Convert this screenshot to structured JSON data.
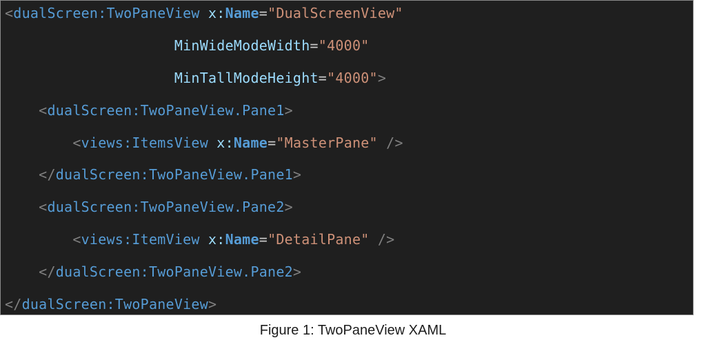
{
  "figure": {
    "caption": "Figure 1: TwoPaneView XAML"
  },
  "code_block": {
    "language": "XAML",
    "colors": {
      "background": "#1f1f1f",
      "border": "#8a8a8a",
      "tag": "#569cd6",
      "attribute": "#9cdcfe",
      "string": "#ce9178",
      "punctuation": "#808080",
      "equals": "#c8c8c8"
    },
    "lines": [
      {
        "tokens": [
          {
            "t": "p",
            "v": "<"
          },
          {
            "t": "t",
            "v": "dualScreen:TwoPaneView"
          },
          {
            "t": "pl",
            "v": " "
          },
          {
            "t": "a",
            "v": "x:"
          },
          {
            "t": "n",
            "v": "Name"
          },
          {
            "t": "e",
            "v": "="
          },
          {
            "t": "s",
            "v": "\"DualScreenView\""
          }
        ]
      },
      {
        "tokens": [
          {
            "t": "pl",
            "v": "                    "
          },
          {
            "t": "a",
            "v": "MinWideModeWidth"
          },
          {
            "t": "e",
            "v": "="
          },
          {
            "t": "s",
            "v": "\"4000\""
          }
        ]
      },
      {
        "tokens": [
          {
            "t": "pl",
            "v": "                    "
          },
          {
            "t": "a",
            "v": "MinTallModeHeight"
          },
          {
            "t": "e",
            "v": "="
          },
          {
            "t": "s",
            "v": "\"4000\""
          },
          {
            "t": "p",
            "v": ">"
          }
        ]
      },
      {
        "tokens": [
          {
            "t": "pl",
            "v": "    "
          },
          {
            "t": "p",
            "v": "<"
          },
          {
            "t": "t",
            "v": "dualScreen:TwoPaneView.Pane1"
          },
          {
            "t": "p",
            "v": ">"
          }
        ]
      },
      {
        "tokens": [
          {
            "t": "pl",
            "v": "        "
          },
          {
            "t": "p",
            "v": "<"
          },
          {
            "t": "t",
            "v": "views:ItemsView"
          },
          {
            "t": "pl",
            "v": " "
          },
          {
            "t": "a",
            "v": "x:"
          },
          {
            "t": "n",
            "v": "Name"
          },
          {
            "t": "e",
            "v": "="
          },
          {
            "t": "s",
            "v": "\"MasterPane\""
          },
          {
            "t": "pl",
            "v": " "
          },
          {
            "t": "p",
            "v": "/>"
          }
        ]
      },
      {
        "tokens": [
          {
            "t": "pl",
            "v": "    "
          },
          {
            "t": "p",
            "v": "</"
          },
          {
            "t": "t",
            "v": "dualScreen:TwoPaneView.Pane1"
          },
          {
            "t": "p",
            "v": ">"
          }
        ]
      },
      {
        "tokens": [
          {
            "t": "pl",
            "v": "    "
          },
          {
            "t": "p",
            "v": "<"
          },
          {
            "t": "t",
            "v": "dualScreen:TwoPaneView.Pane2"
          },
          {
            "t": "p",
            "v": ">"
          }
        ]
      },
      {
        "tokens": [
          {
            "t": "pl",
            "v": "        "
          },
          {
            "t": "p",
            "v": "<"
          },
          {
            "t": "t",
            "v": "views:ItemView"
          },
          {
            "t": "pl",
            "v": " "
          },
          {
            "t": "a",
            "v": "x:"
          },
          {
            "t": "n",
            "v": "Name"
          },
          {
            "t": "e",
            "v": "="
          },
          {
            "t": "s",
            "v": "\"DetailPane\""
          },
          {
            "t": "pl",
            "v": " "
          },
          {
            "t": "p",
            "v": "/>"
          }
        ]
      },
      {
        "tokens": [
          {
            "t": "pl",
            "v": "    "
          },
          {
            "t": "p",
            "v": "</"
          },
          {
            "t": "t",
            "v": "dualScreen:TwoPaneView.Pane2"
          },
          {
            "t": "p",
            "v": ">"
          }
        ]
      },
      {
        "tokens": [
          {
            "t": "p",
            "v": "</"
          },
          {
            "t": "t",
            "v": "dualScreen:TwoPaneView"
          },
          {
            "t": "p",
            "v": ">"
          }
        ]
      }
    ]
  }
}
